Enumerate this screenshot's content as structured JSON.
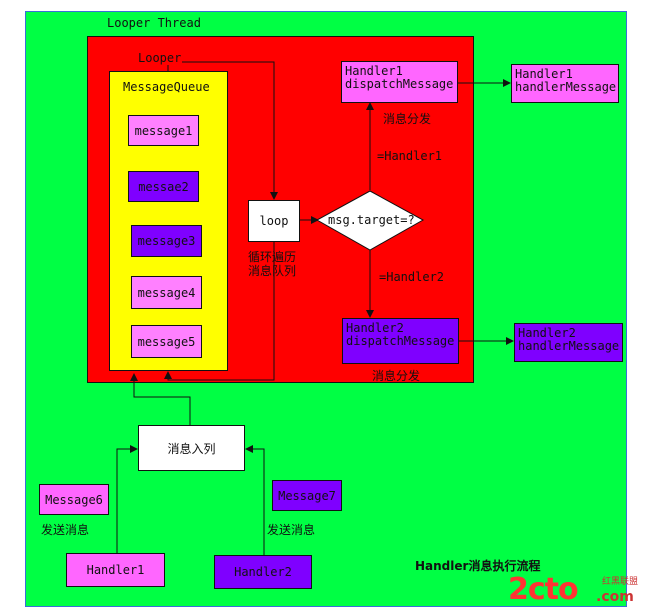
{
  "looper_thread": {
    "label": "Looper Thread"
  },
  "looper": {
    "label": "Looper"
  },
  "message_queue": {
    "label": "MessageQueue",
    "messages": [
      "message1",
      "messae2",
      "message3",
      "message4",
      "message5"
    ]
  },
  "loop": {
    "label": "loop",
    "caption_line1": "循环遍历",
    "caption_line2": "消息队列"
  },
  "decision": {
    "label": "msg.target=?"
  },
  "branch_top": {
    "condition": "=Handler1",
    "dispatch_line1": "Handler1",
    "dispatch_line2": "dispatchMessage",
    "dispatch_caption": "消息分发",
    "handle_line1": "Handler1",
    "handle_line2": "handlerMessage"
  },
  "branch_bottom": {
    "condition": "=Handler2",
    "dispatch_line1": "Handler2",
    "dispatch_line2": "dispatchMessage",
    "dispatch_caption": "消息分发",
    "handle_line1": "Handler2",
    "handle_line2": "handlerMessage"
  },
  "enqueue": {
    "label": "消息入列"
  },
  "sender_left": {
    "message": "Message6",
    "caption": "发送消息",
    "handler": "Handler1"
  },
  "sender_right": {
    "message": "Message7",
    "caption": "发送消息",
    "handler": "Handler2"
  },
  "title": "Handler消息执行流程",
  "watermark": {
    "text_main": "2cto",
    "text_dot": ".com",
    "text_small": "红黑联盟"
  },
  "colors": {
    "outer": "#00ff44",
    "looper_thread": "#ff0000",
    "queue": "#ffff00",
    "pink": "#ff66ff",
    "violet": "#7f00ff"
  }
}
